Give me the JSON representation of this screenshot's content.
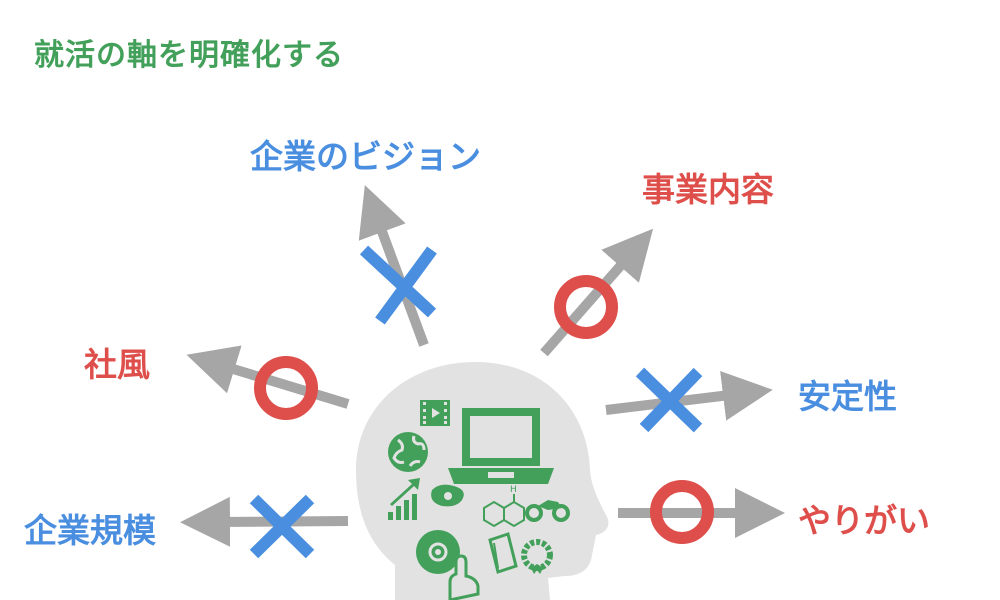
{
  "title": "就活の軸を明確化する",
  "colors": {
    "title": "#43a05a",
    "blue": "#4a8ee0",
    "red": "#de4f4b",
    "arrow": "#a6a6a6",
    "head": "#e2e2e2",
    "icon": "#43a05a"
  },
  "axes": [
    {
      "id": "vision",
      "label": "企業のビジョン",
      "mark": "cross",
      "color": "#4a8ee0"
    },
    {
      "id": "business",
      "label": "事業内容",
      "mark": "circle",
      "color": "#de4f4b"
    },
    {
      "id": "culture",
      "label": "社風",
      "mark": "circle",
      "color": "#de4f4b"
    },
    {
      "id": "stability",
      "label": "安定性",
      "mark": "cross",
      "color": "#4a8ee0"
    },
    {
      "id": "scale",
      "label": "企業規模",
      "mark": "cross",
      "color": "#4a8ee0"
    },
    {
      "id": "reward",
      "label": "やりがい",
      "mark": "circle",
      "color": "#de4f4b"
    }
  ],
  "icons": [
    "film-icon",
    "globe-icon",
    "laptop-icon",
    "steak-icon",
    "bar-chart-icon",
    "chemistry-icon",
    "motorcycle-icon",
    "cd-icon",
    "book-icon",
    "wreath-icon",
    "pointing-hand-icon"
  ]
}
